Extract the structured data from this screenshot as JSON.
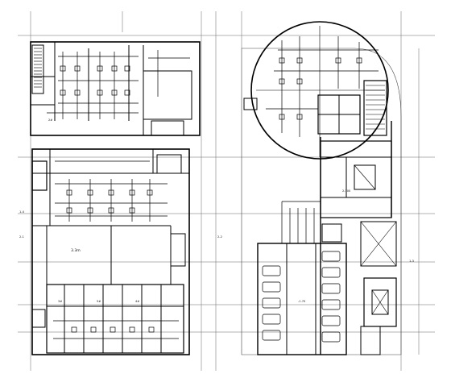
{
  "drawing": {
    "type": "architectural HVAC floor plan (CAD line drawing)",
    "colors": {
      "background": "#ffffff",
      "linework": "#000000",
      "light_linework": "#555555"
    },
    "left_plan": {
      "labels": [
        "2#",
        "3#",
        "5#",
        "3.3m",
        "4#"
      ]
    },
    "right_plan": {
      "labels": [
        "2.300",
        "-1.70"
      ]
    },
    "dimension_marks": [
      "1-4",
      "2-1",
      "2-2",
      "1-3"
    ]
  }
}
